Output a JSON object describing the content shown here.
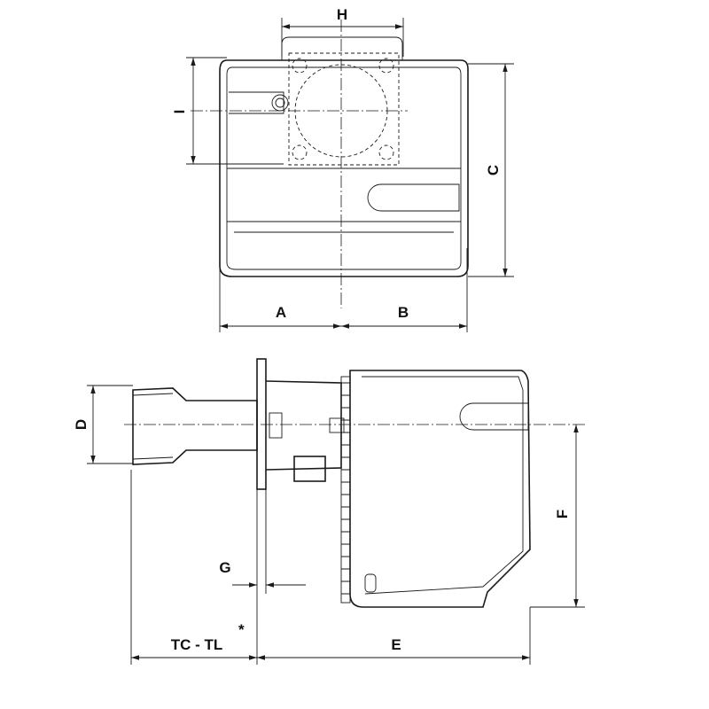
{
  "drawing": {
    "labels": {
      "h": "H",
      "i": "I",
      "c": "C",
      "a": "A",
      "b": "B",
      "d": "D",
      "f": "F",
      "g": "G",
      "tc_tl": "TC - TL",
      "asterisk": "*",
      "e": "E"
    },
    "colors": {
      "line": "#1a1a1a",
      "background": "#ffffff"
    }
  }
}
